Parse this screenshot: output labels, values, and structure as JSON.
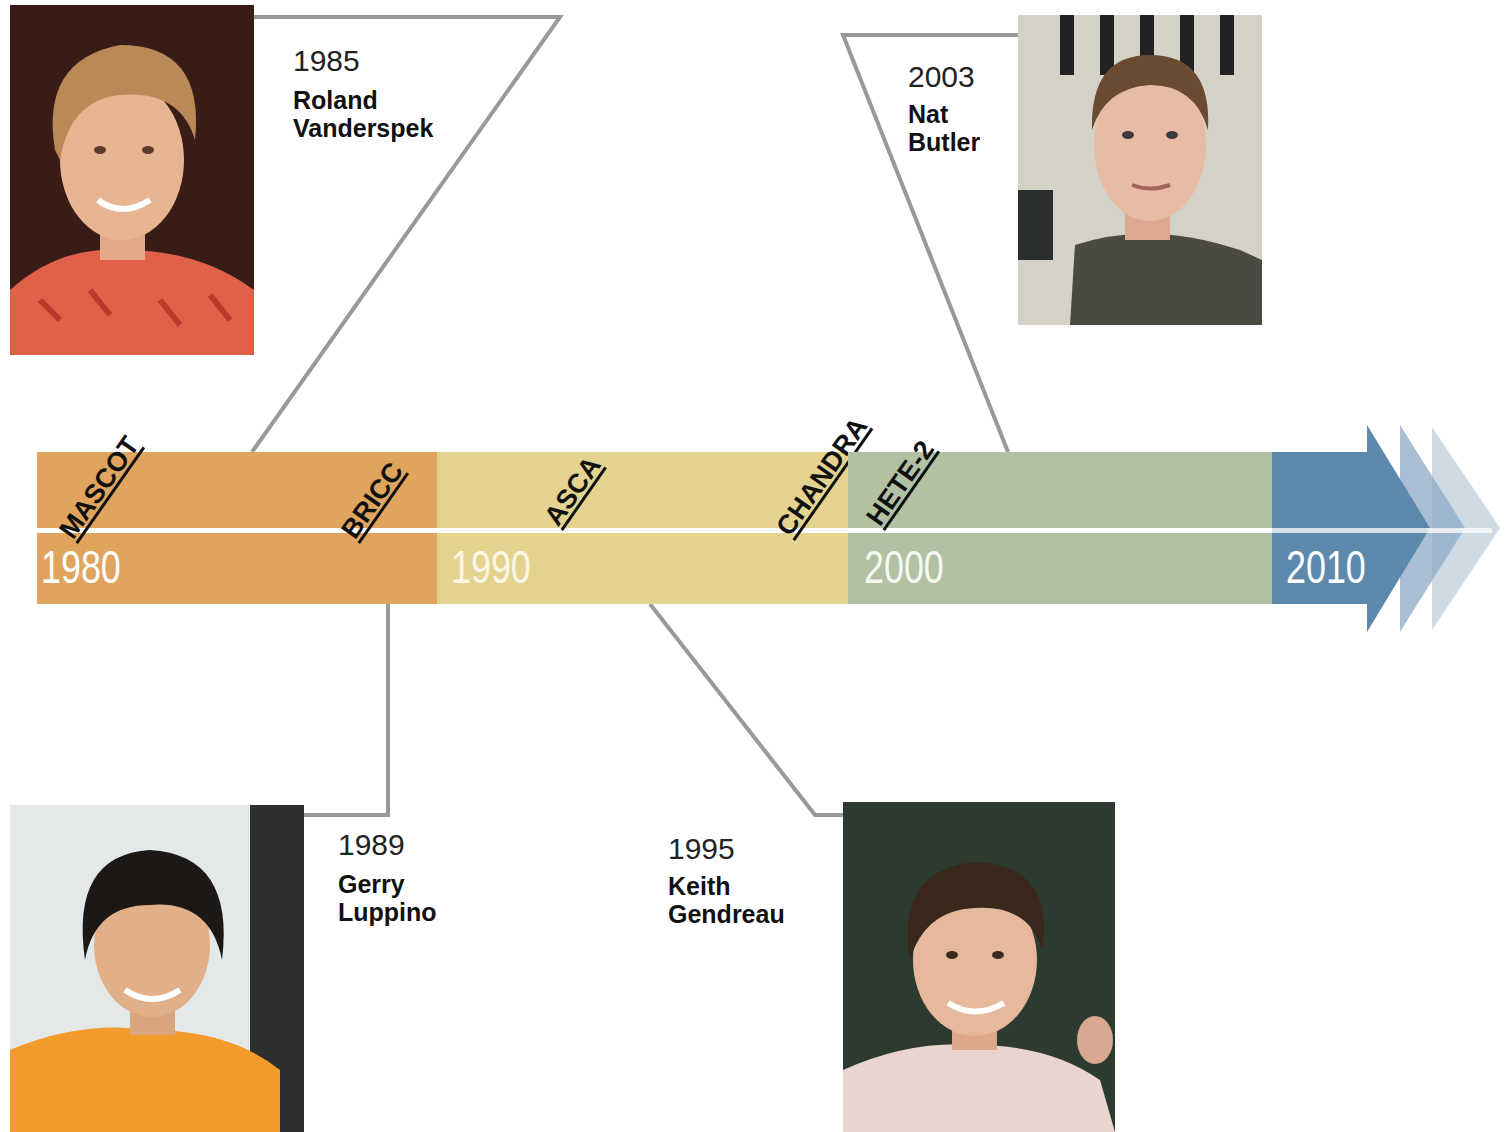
{
  "diagram": {
    "nodes": [
      {
        "text": [
          "MASCOT",
          "BRICC",
          "1980"
        ]
      },
      {
        "text": [
          "ASCA",
          "CHANDRA",
          "1990"
        ]
      },
      {
        "text": [
          "HETE-2",
          "2000"
        ]
      },
      {
        "text": [
          "2010"
        ]
      },
      {
        "text": [
          "1985",
          "Roland Vanderspek"
        ]
      },
      {
        "text": [
          "2003",
          "Nat Butler"
        ]
      },
      {
        "text": [
          "1989",
          "Gerry Luppino"
        ]
      },
      {
        "text": [
          "1995",
          "Keith Gendreau"
        ]
      }
    ],
    "edges": [
      {
        "from": 4,
        "to": 0,
        "arrow": "none"
      },
      {
        "from": 5,
        "to": 2,
        "arrow": "none"
      },
      {
        "from": 6,
        "to": 0,
        "arrow": "none"
      },
      {
        "from": 7,
        "to": 1,
        "arrow": "none"
      }
    ]
  }
}
